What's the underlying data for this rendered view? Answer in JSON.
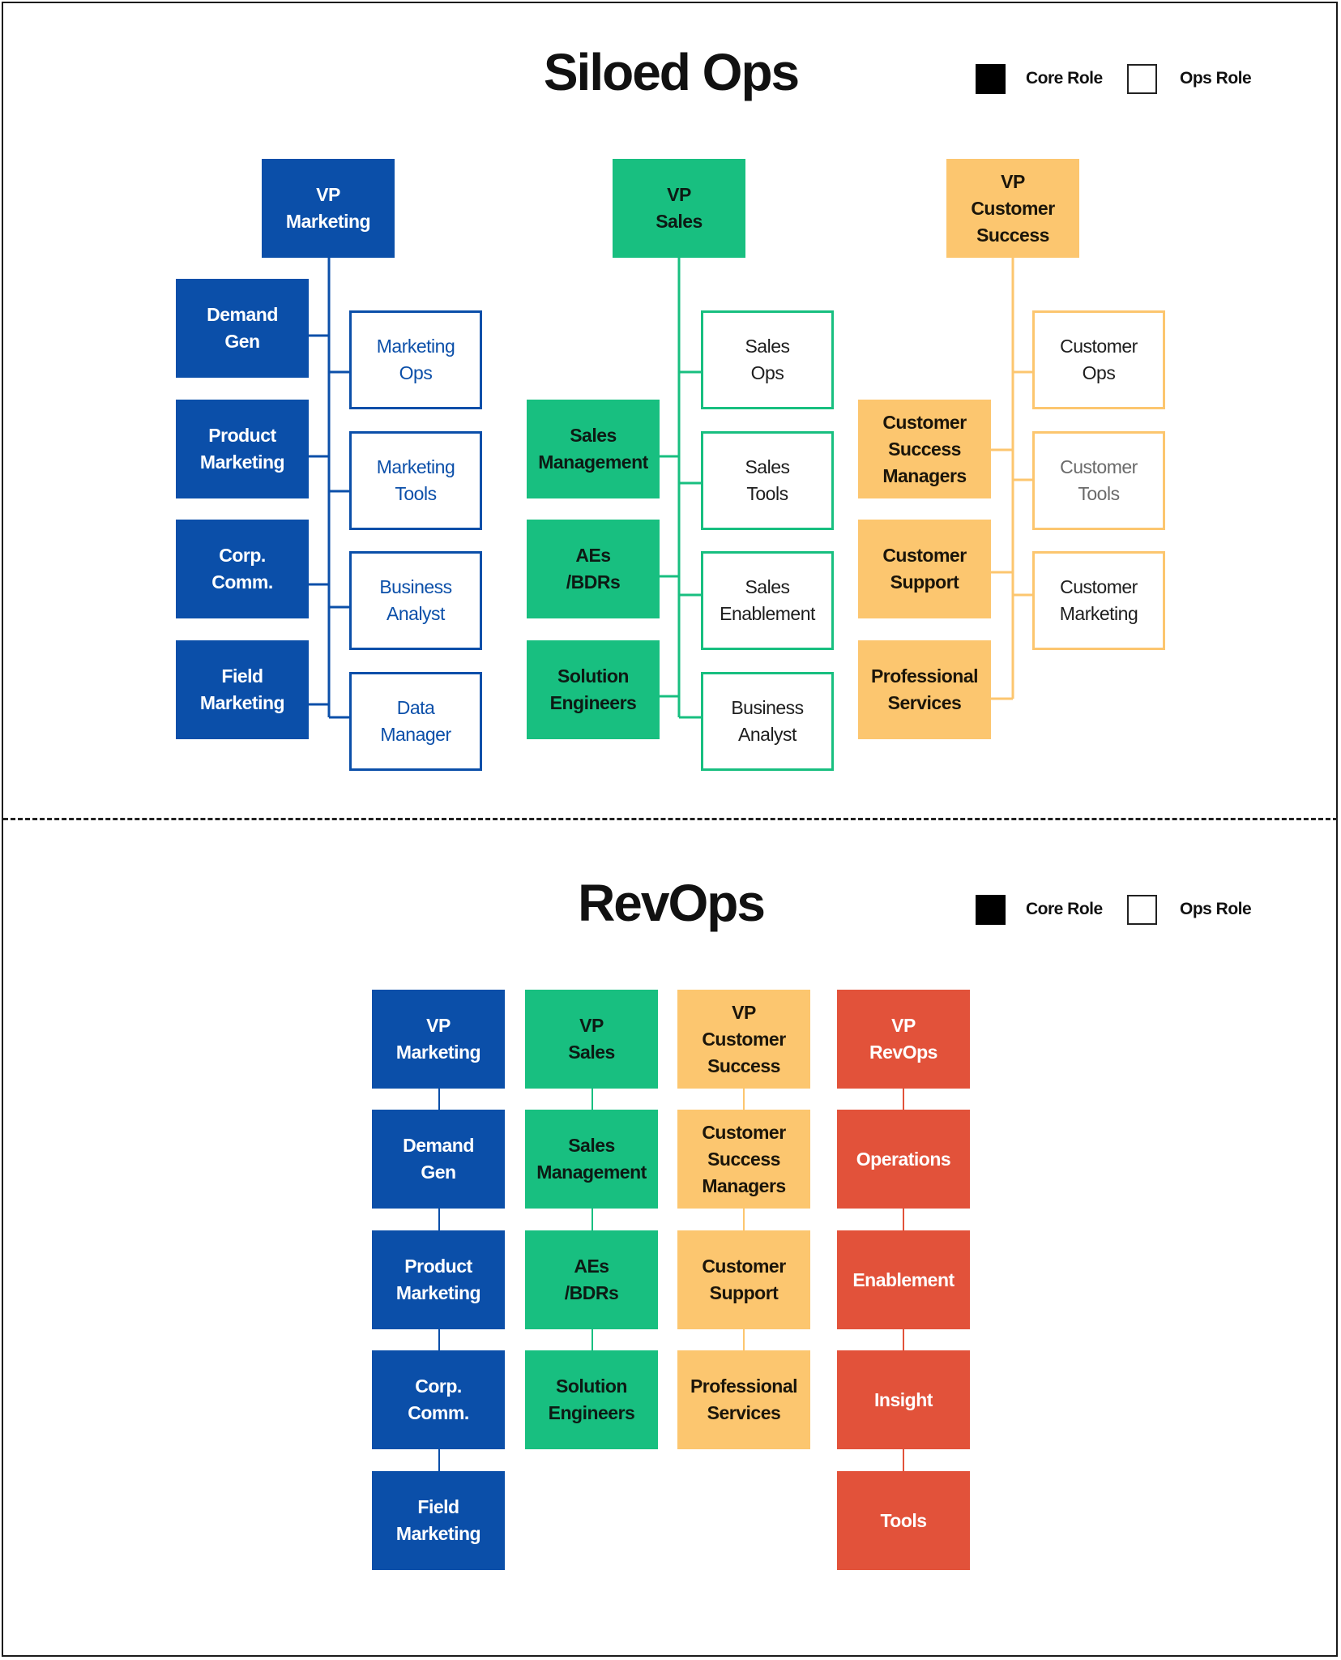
{
  "siloed": {
    "title": "Siloed Ops",
    "legend": {
      "core_label": "Core Role",
      "ops_label": "Ops Role"
    },
    "marketing": {
      "vp": "VP\nMarketing",
      "core": [
        "Demand\nGen",
        "Product\nMarketing",
        "Corp.\nComm.",
        "Field\nMarketing"
      ],
      "ops": [
        "Marketing\nOps",
        "Marketing\nTools",
        "Business\nAnalyst",
        "Data\nManager"
      ]
    },
    "sales": {
      "vp": "VP\nSales",
      "core": [
        "Sales\nManagement",
        "AEs\n/BDRs",
        "Solution\nEngineers"
      ],
      "ops": [
        "Sales\nOps",
        "Sales\nTools",
        "Sales\nEnablement",
        "Business\nAnalyst"
      ]
    },
    "customer_success": {
      "vp": "VP\nCustomer\nSuccess",
      "core": [
        "Customer\nSuccess\nManagers",
        "Customer\nSupport",
        "Professional\nServices"
      ],
      "ops": [
        "Customer\nOps",
        "Customer\nTools",
        "Customer\nMarketing"
      ]
    }
  },
  "revops": {
    "title": "RevOps",
    "legend": {
      "core_label": "Core Role",
      "ops_label": "Ops Role"
    },
    "marketing": [
      "VP\nMarketing",
      "Demand\nGen",
      "Product\nMarketing",
      "Corp.\nComm.",
      "Field\nMarketing"
    ],
    "sales": [
      "VP\nSales",
      "Sales\nManagement",
      "AEs\n/BDRs",
      "Solution\nEngineers"
    ],
    "customer_success": [
      "VP\nCustomer\nSuccess",
      "Customer\nSuccess\nManagers",
      "Customer\nSupport",
      "Professional\nServices"
    ],
    "revops_team": [
      "VP\nRevOps",
      "Operations",
      "Enablement",
      "Insight",
      "Tools"
    ]
  },
  "colors": {
    "marketing": "#0b4fa9",
    "sales": "#18bf80",
    "customer_success": "#fcc66f",
    "revops": "#e2523a"
  }
}
